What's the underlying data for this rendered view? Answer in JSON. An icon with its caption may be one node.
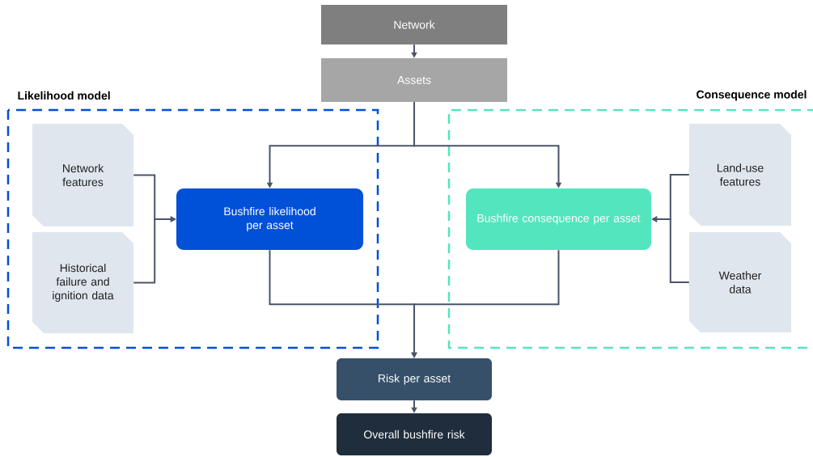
{
  "diagram": {
    "nodes": [
      {
        "text": [
          "Network"
        ]
      },
      {
        "text": [
          "Assets"
        ]
      },
      {
        "text": [
          "Likelihood model"
        ]
      },
      {
        "text": [
          "Network features"
        ],
        "in": 2
      },
      {
        "text": [
          "Historical failure and ignition data"
        ],
        "in": 2
      },
      {
        "text": [
          "Bushfire likelihood per asset"
        ],
        "in": 2
      },
      {
        "text": [
          "Consequence model"
        ]
      },
      {
        "text": [
          "Bushfire consequence per asset"
        ],
        "in": 6
      },
      {
        "text": [
          "Land-use features"
        ],
        "in": 6
      },
      {
        "text": [
          "Weather data"
        ],
        "in": 6
      },
      {
        "text": [
          "Risk per asset"
        ]
      },
      {
        "text": [
          "Overall bushfire risk"
        ]
      }
    ],
    "edges": [
      {
        "from": 0,
        "to": 1,
        "arrow": "to"
      },
      {
        "from": 1,
        "to": 5,
        "arrow": "to"
      },
      {
        "from": 1,
        "to": 7,
        "arrow": "to"
      },
      {
        "from": 3,
        "to": 5,
        "arrow": "to"
      },
      {
        "from": 4,
        "to": 5,
        "arrow": "to"
      },
      {
        "from": 8,
        "to": 7,
        "arrow": "to"
      },
      {
        "from": 9,
        "to": 7,
        "arrow": "to"
      },
      {
        "from": 5,
        "to": 10,
        "arrow": "to"
      },
      {
        "from": 7,
        "to": 10,
        "arrow": "to"
      },
      {
        "from": 10,
        "to": 11,
        "arrow": "to"
      }
    ]
  }
}
